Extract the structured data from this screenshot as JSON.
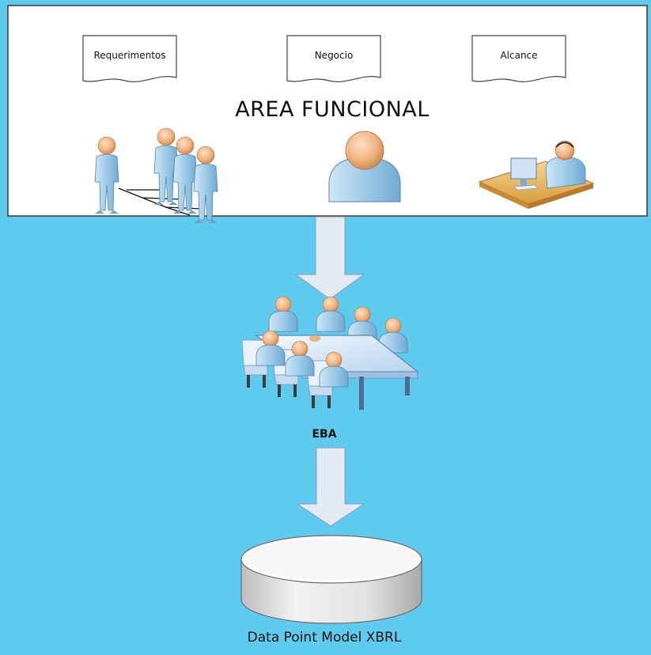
{
  "diagram": {
    "documents": [
      {
        "label": "Requerimentos"
      },
      {
        "label": "Negocio"
      },
      {
        "label": "Alcance"
      }
    ],
    "area_title": "AREA FUNCIONAL",
    "meeting_label": "EBA",
    "database_label": "Data Point Model XBRL"
  },
  "colors": {
    "background": "#5ECBEE",
    "panel": "#FFFFFF",
    "arrow_fill": "#E4EAF4",
    "person_body": "#A9D2EC",
    "person_head": "#F2B98C",
    "desk": "#E9B95C",
    "database": "#E3E3E3"
  }
}
